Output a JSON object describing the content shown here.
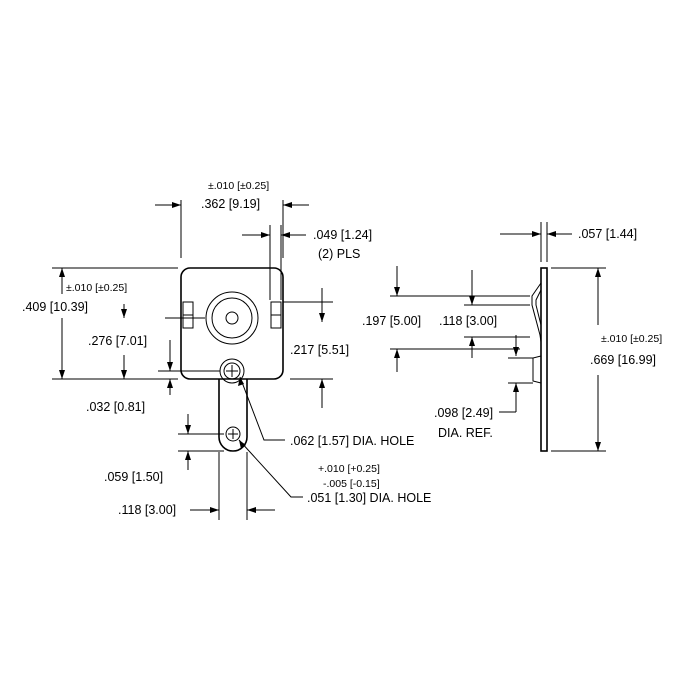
{
  "front_view": {
    "tol_top": "±.010 [±0.25]",
    "width": ".362 [9.19]",
    "slot_width": ".049 [1.24]",
    "slot_qty": "(2) PLS",
    "tol_left": "±.010 [±0.25]",
    "height": ".409 [10.39]",
    "center_height": ".276 [7.01]",
    "slot_height": ".217 [5.51]",
    "offset": ".032 [0.81]",
    "hole_large": ".062 [1.57] DIA. HOLE",
    "tol_plus": "+.010 [+0.25]",
    "tol_minus": "-.005 [-0.15]",
    "tab_length": ".059 [1.50]",
    "hole_small": ".051 [1.30] DIA. HOLE",
    "tab_width": ".118 [3.00]"
  },
  "side_view": {
    "thickness": ".057 [1.44]",
    "dim_197": ".197 [5.00]",
    "dim_118": ".118 [3.00]",
    "tol": "±.010 [±0.25]",
    "height": ".669 [16.99]",
    "ref_value": ".098 [2.49]",
    "ref_label": "DIA.  REF."
  }
}
